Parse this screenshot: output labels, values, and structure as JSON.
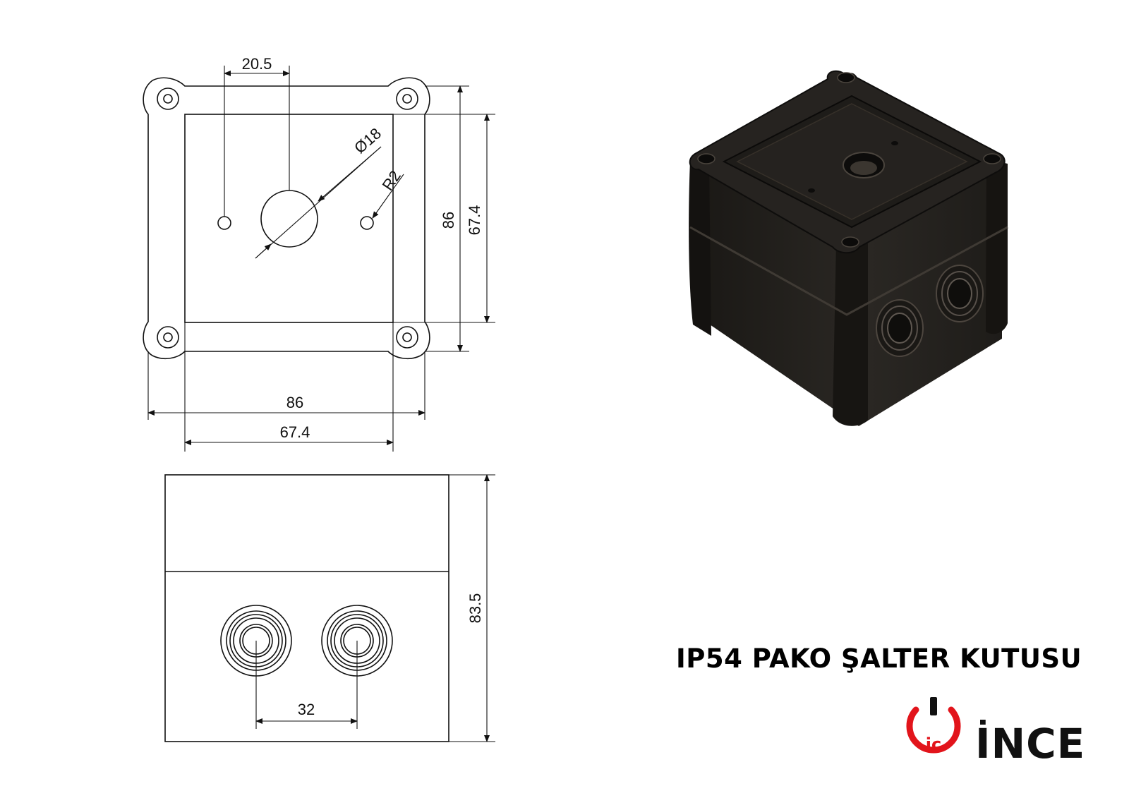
{
  "title": "IP54 PAKO ŞALTER KUTUSU",
  "brand": {
    "mark": "ic",
    "word": "İNCE"
  },
  "colors": {
    "line": "#111111",
    "brand_red": "#e2141b",
    "brand_dark": "#111111",
    "box_body": "#1c1a17"
  },
  "top_view": {
    "dims": {
      "top_offset": "20.5",
      "diameter": "Ø18",
      "radius": "R2",
      "outer_h": "86",
      "inner_h": "67.4",
      "outer_w": "86",
      "inner_w": "67.4"
    }
  },
  "front_view": {
    "dims": {
      "height": "83.5",
      "spacing": "32"
    }
  }
}
